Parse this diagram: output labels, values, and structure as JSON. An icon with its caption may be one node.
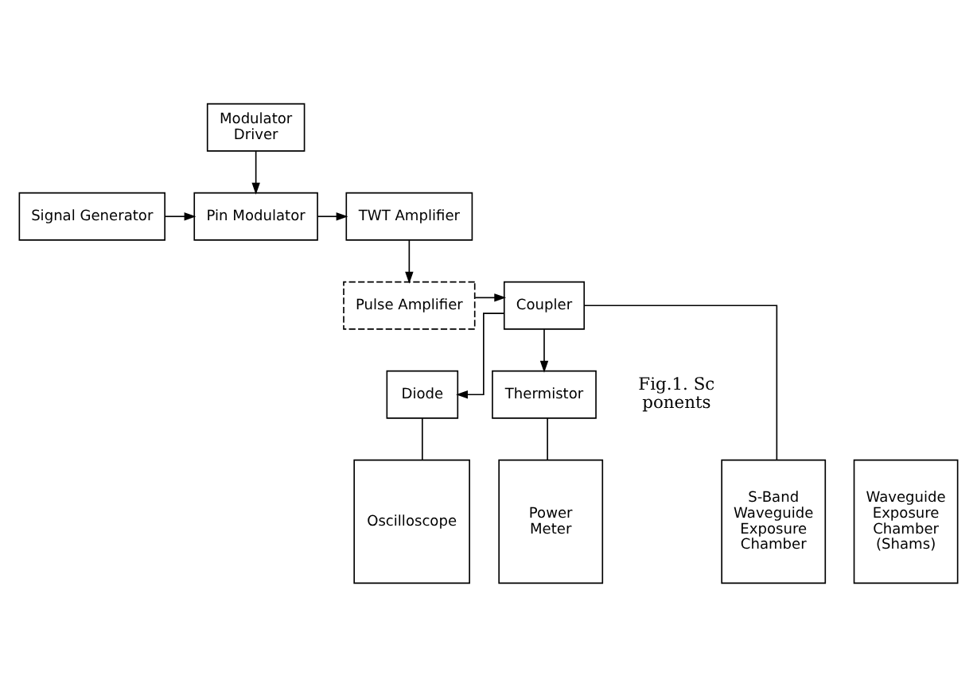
{
  "diagram": {
    "nodes": [
      {
        "text": [
          "Modulator Driver"
        ]
      },
      {
        "text": [
          "Signal Generator"
        ]
      },
      {
        "text": [
          "Pin Modulator"
        ]
      },
      {
        "text": [
          "TWT Amplifier"
        ]
      },
      {
        "text": [
          "Pulse Amplifier"
        ]
      },
      {
        "text": [
          "Coupler"
        ]
      },
      {
        "text": [
          "Diode"
        ]
      },
      {
        "text": [
          "Thermistor"
        ]
      },
      {
        "text": [
          "Waveguide Exposure Chamber (Shams)"
        ]
      },
      {
        "text": [
          "S-Band Waveguide Exposure Chamber"
        ]
      },
      {
        "text": [
          "Oscilloscope"
        ]
      },
      {
        "text": [
          "Power Meter"
        ]
      }
    ],
    "edges": [
      {
        "from": 0,
        "to": 2,
        "arrow": "to"
      },
      {
        "from": 1,
        "to": 2,
        "arrow": "to"
      },
      {
        "from": 2,
        "to": 3,
        "arrow": "to"
      },
      {
        "from": 3,
        "to": 4,
        "arrow": "to"
      },
      {
        "from": 4,
        "to": 5,
        "arrow": "to"
      },
      {
        "from": 5,
        "to": 9,
        "arrow": "none"
      },
      {
        "from": 5,
        "to": 6,
        "arrow": "to"
      },
      {
        "from": 5,
        "to": 7,
        "arrow": "to"
      },
      {
        "from": 6,
        "to": 10,
        "arrow": "none"
      },
      {
        "from": 7,
        "to": 11,
        "arrow": "none"
      }
    ],
    "labels": [
      "Fig.1. Sc",
      "ponents"
    ]
  }
}
